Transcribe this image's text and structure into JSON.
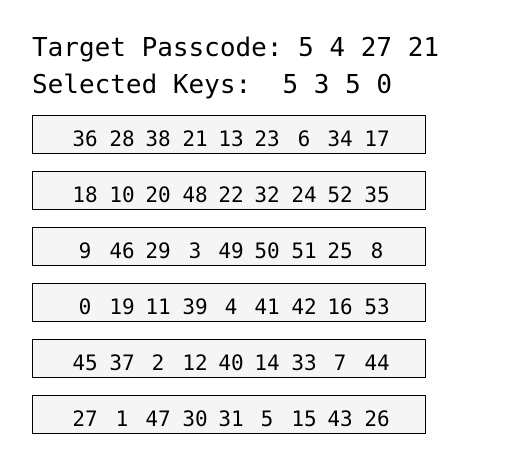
{
  "target": {
    "label": "Target Passcode:",
    "code": [
      "5",
      "4",
      "27",
      "21"
    ]
  },
  "selected": {
    "label": "Selected Keys:",
    "keys": [
      "5",
      "3",
      "5",
      "0"
    ]
  },
  "keypad_rows": [
    [
      "36",
      "28",
      "38",
      "21",
      "13",
      "23",
      "6",
      "34",
      "17"
    ],
    [
      "18",
      "10",
      "20",
      "48",
      "22",
      "32",
      "24",
      "52",
      "35"
    ],
    [
      "9",
      "46",
      "29",
      "3",
      "49",
      "50",
      "51",
      "25",
      "8"
    ],
    [
      "0",
      "19",
      "11",
      "39",
      "4",
      "41",
      "42",
      "16",
      "53"
    ],
    [
      "45",
      "37",
      "2",
      "12",
      "40",
      "14",
      "33",
      "7",
      "44"
    ],
    [
      "27",
      "1",
      "47",
      "30",
      "31",
      "5",
      "15",
      "43",
      "26"
    ]
  ]
}
